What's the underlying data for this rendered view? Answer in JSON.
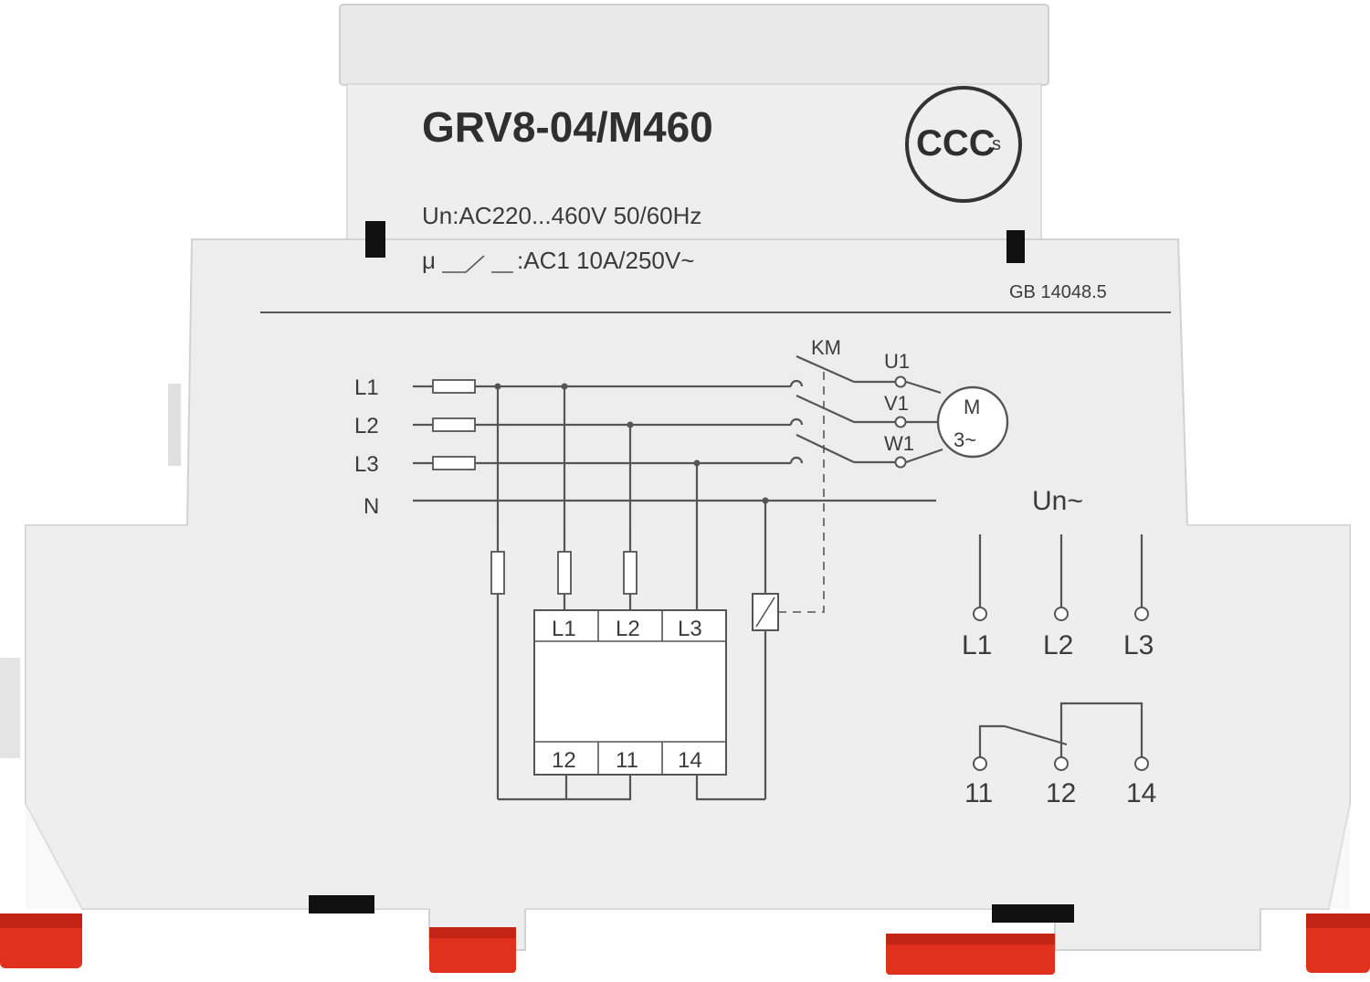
{
  "device": {
    "model": "GRV8-04/M460",
    "cert_mark": "CCC",
    "cert_suffix": "s",
    "supply_spec": "Un:AC220...460V 50/60Hz",
    "contact_prefix": "μ",
    "contact_spec": ":AC1 10A/250V~",
    "standard": "GB 14048.5"
  },
  "diagram": {
    "lines": [
      "L1",
      "L2",
      "L3",
      "N"
    ],
    "contactor": "KM",
    "motor_terminals": [
      "U1",
      "V1",
      "W1"
    ],
    "motor_label": "M",
    "motor_phase": "3~",
    "module_inputs": [
      "L1",
      "L2",
      "L3"
    ],
    "module_outputs": [
      "12",
      "11",
      "14"
    ]
  },
  "terminals": {
    "supply_label": "Un~",
    "supply": [
      "L1",
      "L2",
      "L3"
    ],
    "contacts": [
      "11",
      "12",
      "14"
    ]
  },
  "colors": {
    "housing": "#ececec",
    "housing_edge": "#d2d2d2",
    "clip": "#e0301e",
    "ink": "#3b3b3b"
  }
}
